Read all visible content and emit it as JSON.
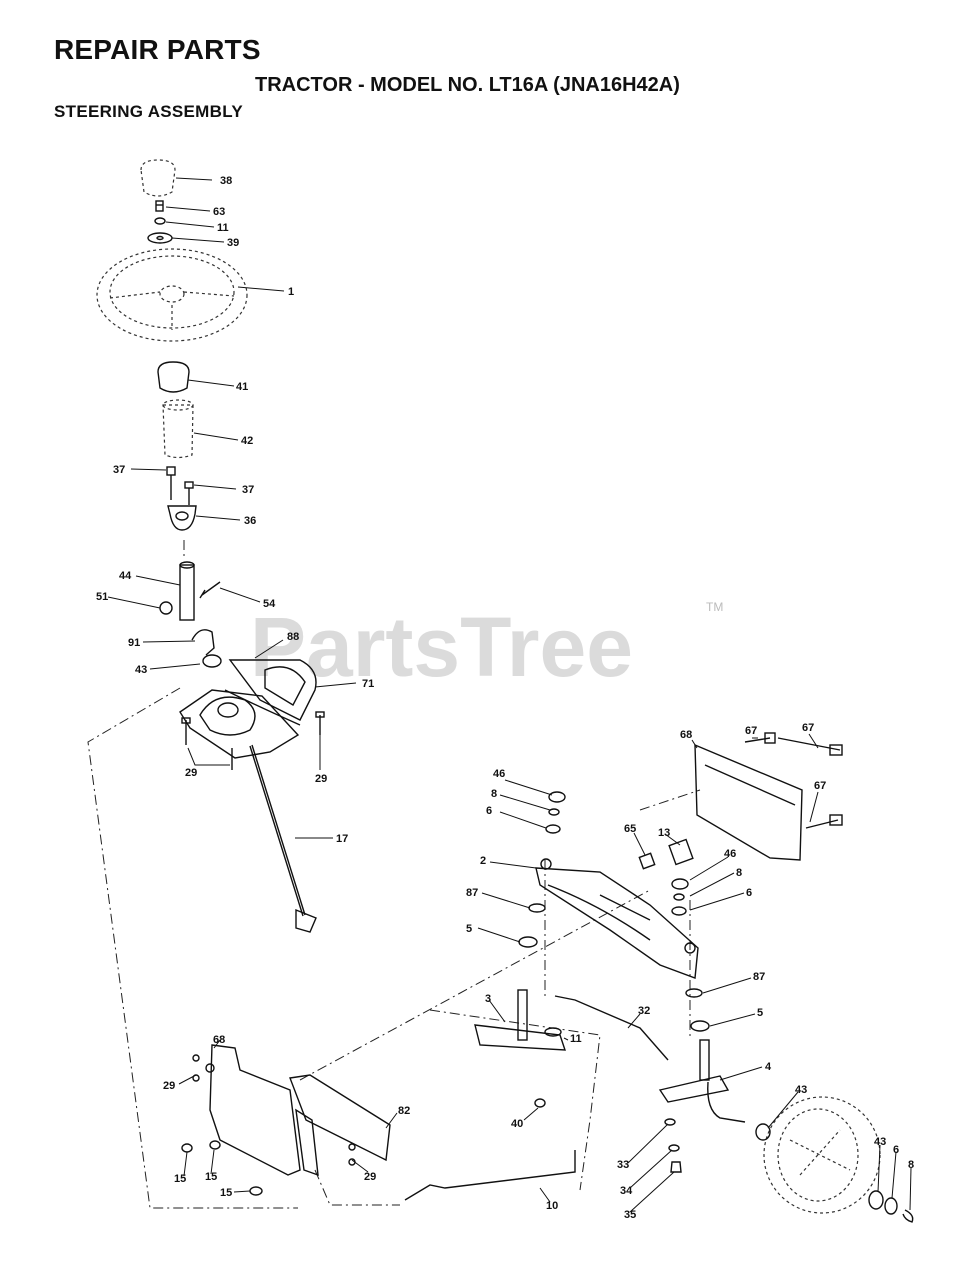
{
  "header": {
    "title": "REPAIR PARTS",
    "subtitle": "TRACTOR - MODEL NO. LT16A (JNA16H42A)",
    "section": "STEERING ASSEMBLY"
  },
  "watermark": {
    "text": "PartsTree",
    "trademark": "TM",
    "color": "#cfcfcf"
  },
  "callouts": {
    "c38": "38",
    "c63": "63",
    "c11a": "11",
    "c39": "39",
    "c1": "1",
    "c41": "41",
    "c42": "42",
    "c37a": "37",
    "c37b": "37",
    "c36": "36",
    "c44": "44",
    "c51": "51",
    "c54": "54",
    "c91": "91",
    "c88a": "88",
    "c43a": "43",
    "c71": "71",
    "c29a": "29",
    "c29b": "29",
    "c17": "17",
    "c68a": "68",
    "c67a": "67",
    "c67b": "67",
    "c67c": "67",
    "c46a": "46",
    "c8a": "8",
    "c6a": "6",
    "c13": "13",
    "c65": "65",
    "c2": "2",
    "c46b": "46",
    "c8b": "8",
    "c6b": "6",
    "c87a": "87",
    "c5a": "5",
    "c87b": "87",
    "c3": "3",
    "c32": "32",
    "c11b": "11",
    "c5b": "5",
    "c4": "4",
    "c40": "40",
    "c43b": "43",
    "c68b": "68",
    "c29c": "29",
    "c82": "82",
    "c29d": "29",
    "c15a": "15",
    "c15b": "15",
    "c15c": "15",
    "c10": "10",
    "c33": "33",
    "c34": "34",
    "c35": "35",
    "c43c": "43",
    "c6c": "6",
    "c8c": "8"
  }
}
